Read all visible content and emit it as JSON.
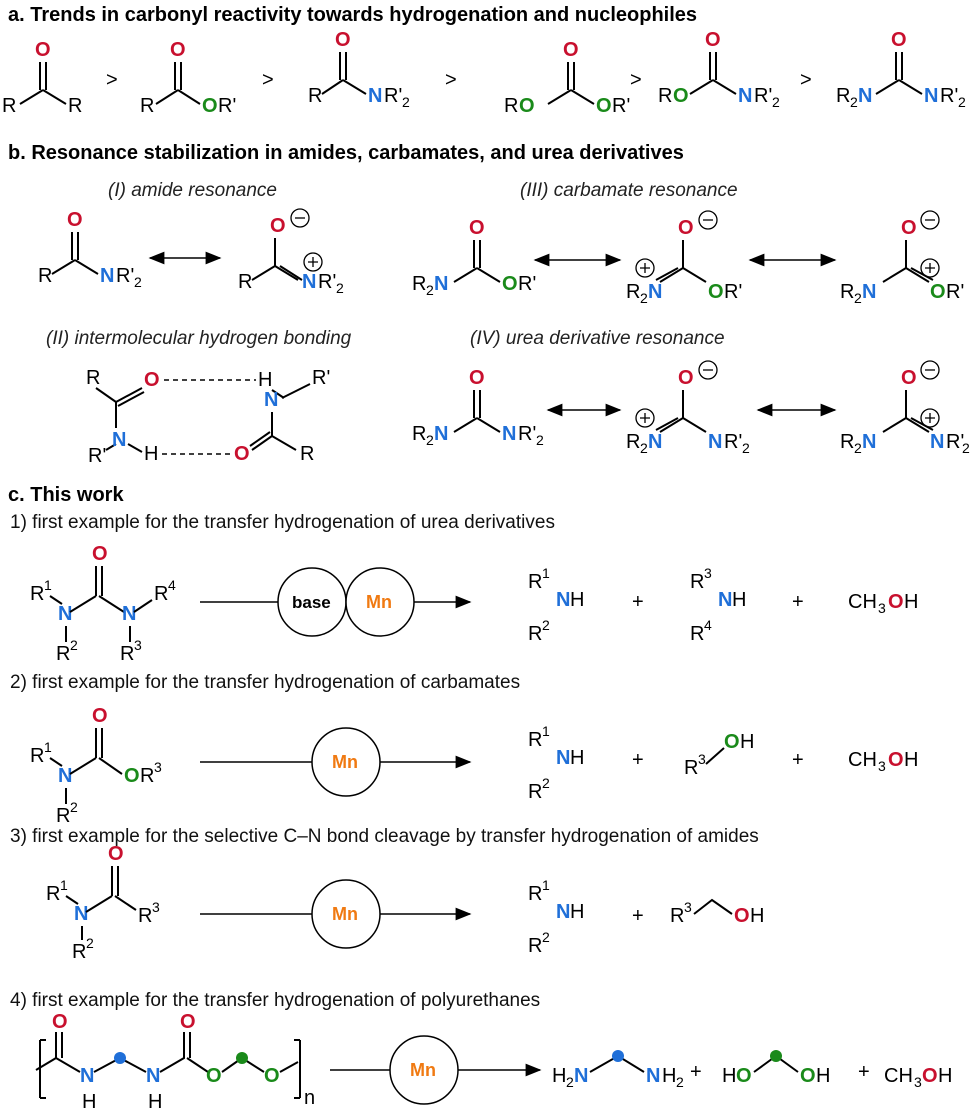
{
  "section_a": {
    "title": "a. Trends in carbonyl reactivity towards hydrogenation and nucleophiles",
    "greater_than": ">"
  },
  "section_b": {
    "title": "b. Resonance stabilization in amides, carbamates, and urea derivatives",
    "sub_I": "(I) amide resonance",
    "sub_II": "(II) intermolecular hydrogen bonding",
    "sub_III": "(III) carbamate resonance",
    "sub_IV": "(IV) urea derivative resonance"
  },
  "section_c": {
    "title": "c. This work",
    "item1": "1) first example for the transfer hydrogenation of urea derivatives",
    "item2": "2) first example for the transfer hydrogenation of carbamates",
    "item3": "3) first example for the selective C–N bond cleavage by transfer hydrogenation of amides",
    "item4": "4) first example for the transfer hydrogenation of polyurethanes",
    "catalyst": "Mn",
    "base": "base",
    "plus": "+",
    "polymer_index": "n"
  },
  "colors": {
    "oxygen": "#c8102e",
    "nitrogen": "#1f6fd8",
    "ester_oxygen": "#1a8a1a",
    "catalyst": "#f07a12"
  }
}
